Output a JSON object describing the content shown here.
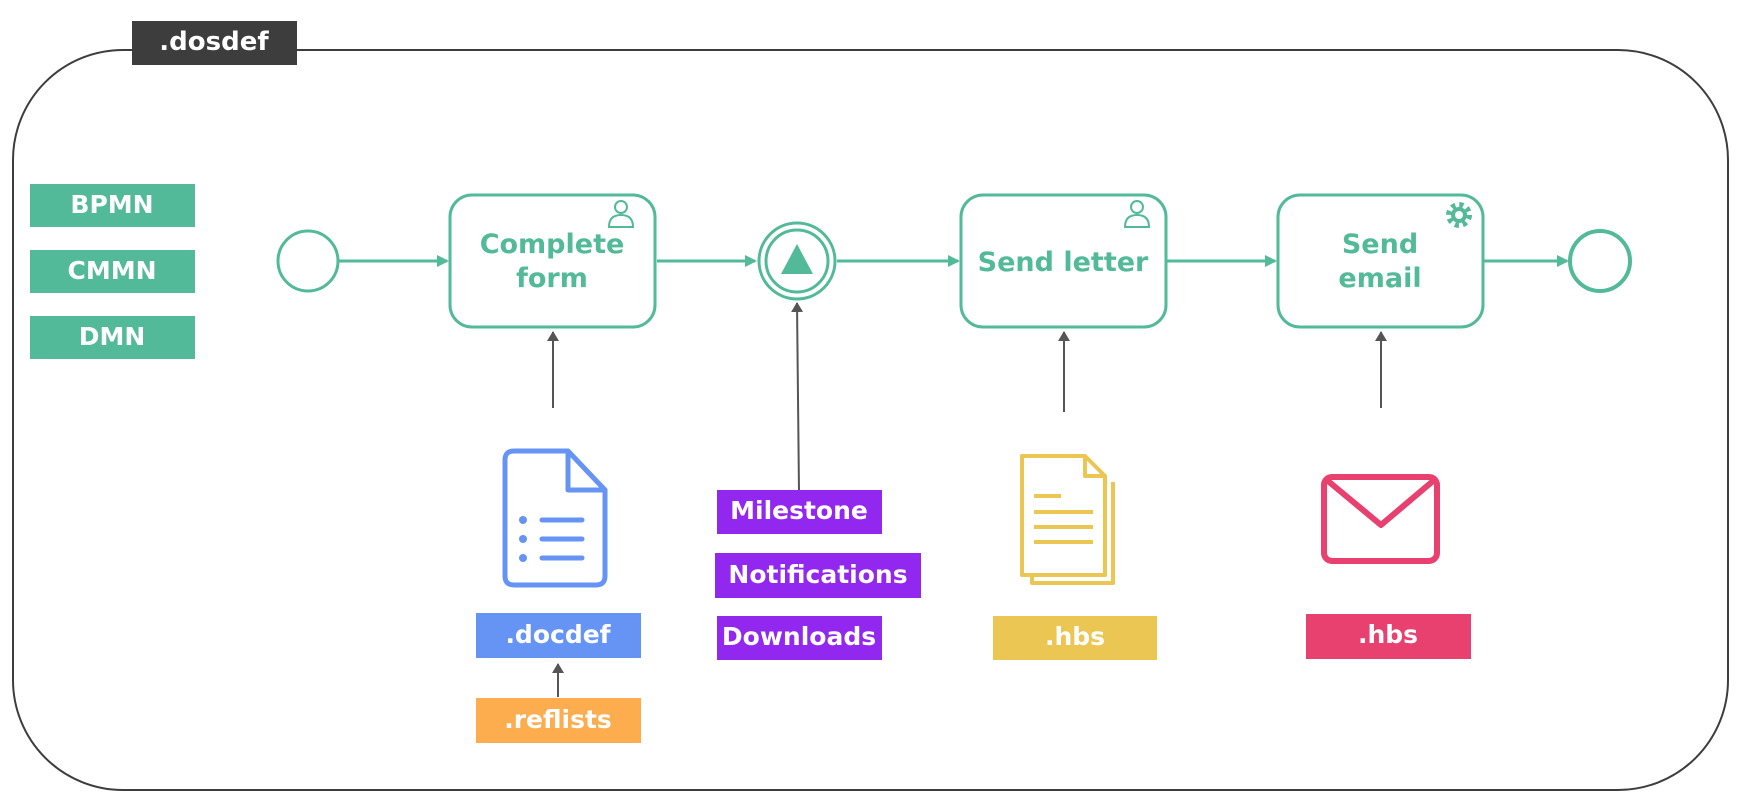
{
  "frame": {
    "title": ".dosdef"
  },
  "standards": [
    "BPMN",
    "CMMN",
    "DMN"
  ],
  "tasks": {
    "complete_form": {
      "line1": "Complete",
      "line2": "form"
    },
    "send_letter": {
      "line1": "Send letter"
    },
    "send_email": {
      "line1": "Send",
      "line2": "email"
    }
  },
  "artifacts": {
    "docdef": ".docdef",
    "reflists": ".reflists",
    "milestone": "Milestone",
    "notifications": "Notifications",
    "downloads": "Downloads",
    "hbs_letter": ".hbs",
    "hbs_email": ".hbs"
  },
  "colors": {
    "bpmn_green": "#52BA98",
    "frame_dark": "#3D3D3D",
    "docdef_blue": "#6594F5",
    "reflists_orange": "#FDAC4E",
    "milestone_purple": "#9228F0",
    "hbs_yellow": "#EBC653",
    "hbs_pink": "#E8406F",
    "arrow_gray": "#555555"
  },
  "icons": [
    "user-icon",
    "gear-icon",
    "form-document-icon",
    "letter-documents-icon",
    "envelope-icon",
    "milestone-triangle-icon"
  ]
}
